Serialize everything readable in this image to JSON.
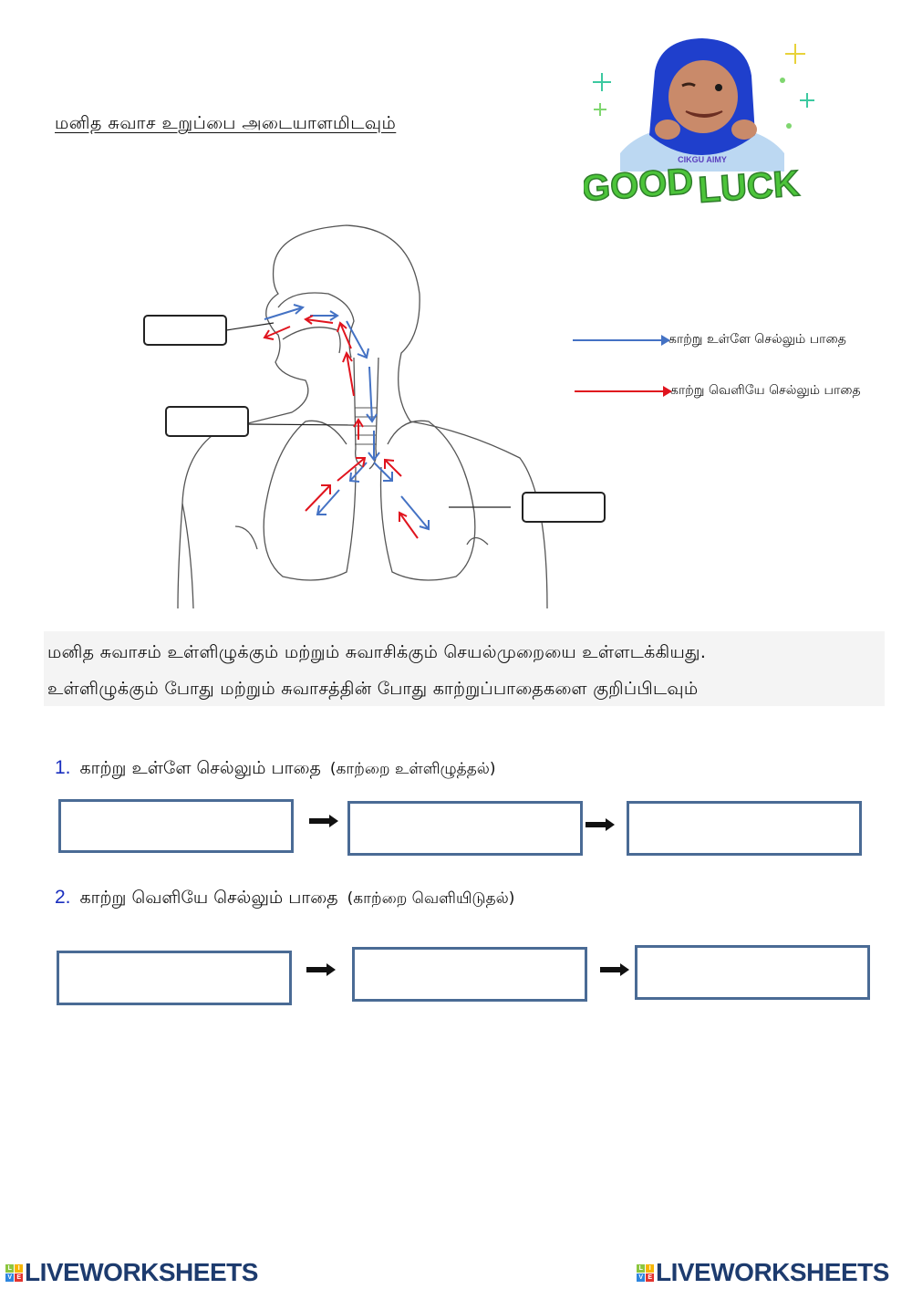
{
  "worksheet": {
    "title": "மனித சுவாச உறுப்பை அடையாளமிடவும்",
    "badge": {
      "name_tag": "CIKGU AIMY",
      "slogan_1": "GOOD",
      "slogan_2": "LUCK"
    },
    "legend": [
      {
        "label": "காற்று உள்ளே செல்லும் பாதை",
        "color": "#4472c4",
        "meaning": "inhale-path"
      },
      {
        "label": "காற்று வெளியே செல்லும் பாதை",
        "color": "#e0141e",
        "meaning": "exhale-path"
      }
    ],
    "diagram": {
      "label_boxes": [
        {
          "id": "nose",
          "value": ""
        },
        {
          "id": "trachea",
          "value": ""
        },
        {
          "id": "lungs",
          "value": ""
        }
      ]
    },
    "intro": {
      "line_1": "மனித சுவாசம் உள்ளிழுக்கும் மற்றும் சுவாசிக்கும் செயல்முறையை உள்ளடக்கியது.",
      "line_2": "உள்ளிழுக்கும் போது மற்றும் சுவாசத்தின் போது காற்றுப்பாதைகளை குறிப்பிடவும்"
    },
    "questions": [
      {
        "number": "1.",
        "text": "காற்று உள்ளே செல்லும் பாதை",
        "paren": "(காற்றை உள்ளிழுத்தல்)",
        "answers": [
          "",
          "",
          ""
        ]
      },
      {
        "number": "2.",
        "text": "காற்று வெளியே செல்லும் பாதை",
        "paren": "(காற்றை வெளியிடுதல்)",
        "answers": [
          "",
          "",
          ""
        ]
      }
    ]
  },
  "footer": {
    "brand": "LIVEWORKSHEETS",
    "logo_letters": [
      "L",
      "I",
      "V",
      "E"
    ],
    "logo_colors": [
      "#8cc63f",
      "#f7b500",
      "#2e86de",
      "#e3342f"
    ]
  },
  "colors": {
    "inhale": "#4472c4",
    "exhale": "#e0141e",
    "answer_border": "#4a6b95",
    "brand": "#1d3b6e"
  }
}
